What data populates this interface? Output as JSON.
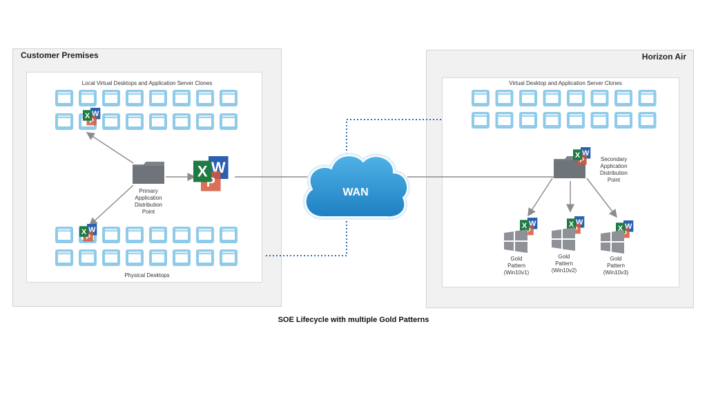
{
  "regions": {
    "customer": {
      "title": "Customer Premises",
      "clones_label": "Local Virtual Desktops and Application Server Clones",
      "physical_label": "Physical Desktops",
      "primary_point": [
        "Primary",
        "Application",
        "Distribution",
        "Point"
      ]
    },
    "horizon": {
      "title": "Horizon Air",
      "clones_label": "Virtual Desktop and Application Server Clones",
      "secondary_point": [
        "Secondary",
        "Application",
        "Distribution",
        "Point"
      ]
    }
  },
  "wan": {
    "label": "WAN"
  },
  "gold_patterns": [
    {
      "lines": [
        "Gold",
        "Pattern",
        "(Win10v1)"
      ]
    },
    {
      "lines": [
        "Gold",
        "Pattern",
        "(Win10v2)"
      ]
    },
    {
      "lines": [
        "Gold",
        "Pattern",
        "(Win10v3)"
      ]
    }
  ],
  "app_icons": {
    "excel": "X",
    "word": "W",
    "powerpoint": "P"
  },
  "caption": "SOE Lifecycle with multiple Gold Patterns",
  "colors": {
    "monitor": "#8fcbe8",
    "monitor_inner": "#ffffff",
    "cloud": "#2a8fd0",
    "dotted": "#2f6db5",
    "arrow": "#8c8c8c",
    "excel": "#1f7a43",
    "word": "#2b5fb0",
    "powerpoint": "#d4573b",
    "folder": "#7c8288",
    "windows": "#8e9297"
  }
}
